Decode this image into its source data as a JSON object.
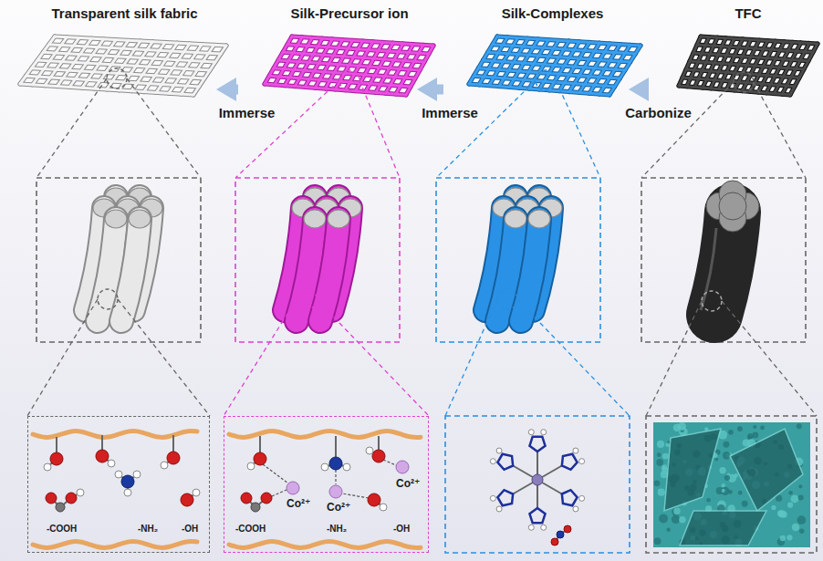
{
  "diagram": {
    "nodes": [
      {
        "text": [
          "Transparent silk fabric"
        ]
      },
      {
        "text": [
          "Silk-Precursor ion"
        ]
      },
      {
        "text": [
          "Silk-Complexes"
        ]
      },
      {
        "text": [
          "TFC"
        ]
      },
      {
        "text": [
          "-COOH",
          "-NH₂",
          "-OH"
        ]
      },
      {
        "text": [
          "Co²⁺",
          "Co²⁺",
          "Co²⁺",
          "-COOH",
          "-NH₂",
          "-OH"
        ]
      }
    ],
    "edges": [
      {
        "from": 0,
        "to": 1,
        "arrow": "to",
        "label": "Immerse"
      },
      {
        "from": 1,
        "to": 2,
        "arrow": "to",
        "label": "Immerse"
      },
      {
        "from": 2,
        "to": 3,
        "arrow": "to",
        "label": "Carbonize"
      }
    ]
  }
}
